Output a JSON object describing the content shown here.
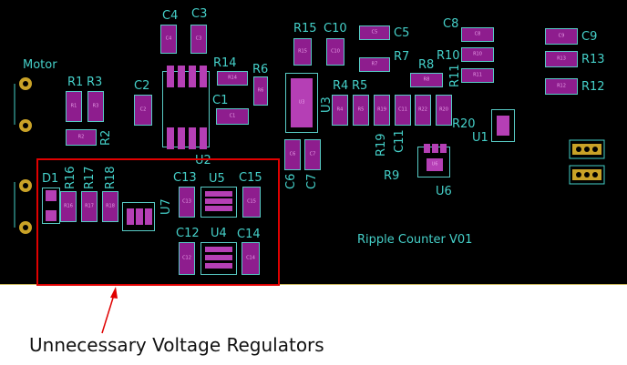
{
  "board": {
    "title": "Ripple Counter V01",
    "motor_label": "Motor",
    "silkscreen_color": "#45d0c9",
    "pad_color": "#b53fb5",
    "board_color": "#000000"
  },
  "components": {
    "C4": "C4",
    "C3": "C3",
    "C5": "C5",
    "C6": "C6",
    "C7": "C7",
    "C8": "C8",
    "C9": "C9",
    "C10": "C10",
    "C11": "C11",
    "C12": "C12",
    "C13": "C13",
    "C14": "C14",
    "C15": "C15",
    "C1": "C1",
    "C2": "C2",
    "R1": "R1",
    "R2": "R2",
    "R3": "R3",
    "R4": "R4",
    "R5": "R5",
    "R6": "R6",
    "R7": "R7",
    "R8": "R8",
    "R9": "R9",
    "R10": "R10",
    "R11": "R11",
    "R12": "R12",
    "R13": "R13",
    "R14": "R14",
    "R15": "R15",
    "R16": "R16",
    "R17": "R17",
    "R18": "R18",
    "R19": "R19",
    "R20": "R20",
    "U1": "U1",
    "U2": "U2",
    "U3": "U3",
    "U4": "U4",
    "U5": "U5",
    "U6": "U6",
    "U7": "U7",
    "D1": "D1"
  },
  "annotation": {
    "text": "Unnecessary Voltage Regulators",
    "color": "#e00000"
  }
}
